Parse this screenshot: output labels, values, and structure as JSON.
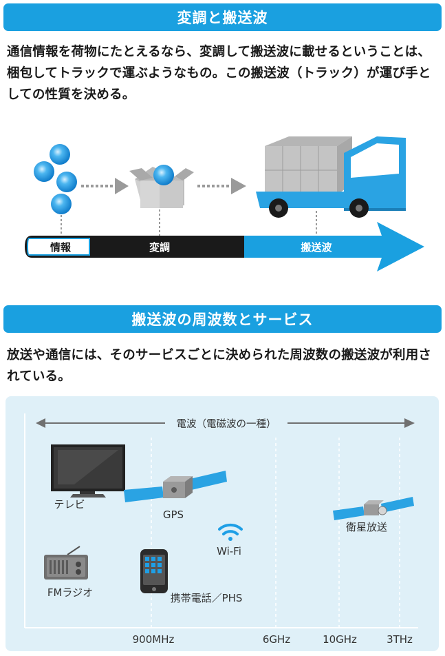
{
  "section1": {
    "title": "変調と搬送波",
    "body": "通信情報を荷物にたとえるなら、変調して搬送波に載せるということは、梱包してトラックで運ぶようなもの。この搬送波（トラック）が運び手としての性質を決める。"
  },
  "arrow": {
    "info_label": "情報",
    "modulation_label": "変調",
    "carrier_label": "搬送波"
  },
  "section2": {
    "title": "搬送波の周波数とサービス",
    "body": "放送や通信には、そのサービスごとに決められた周波数の搬送波が利用されている。"
  },
  "spectrum": {
    "range_label": "電波（電磁波の一種）",
    "services": {
      "tv": "テレビ",
      "gps": "GPS",
      "wifi": "Wi-Fi",
      "satellite": "衛星放送",
      "fm": "FMラジオ",
      "mobile": "携帯電話／PHS"
    },
    "ticks": [
      "900MHz",
      "6GHz",
      "10GHz",
      "3THz"
    ]
  },
  "colors": {
    "accent": "#1aa0e0",
    "panel": "#dff0f8",
    "ball": "#1e9fe6",
    "box": "#c8c8c8",
    "truck": "#2aa3e3"
  }
}
